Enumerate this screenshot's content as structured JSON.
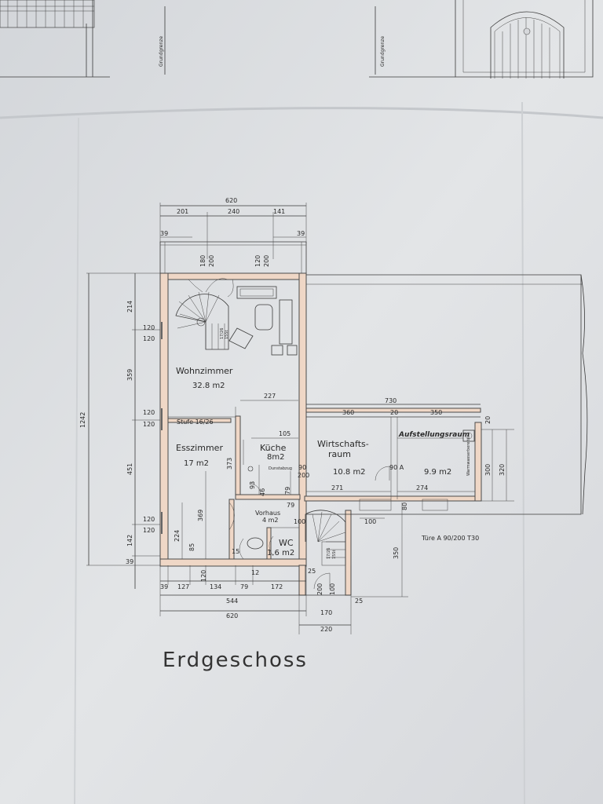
{
  "header": {
    "grundgrenze_left": "Grundgrenze",
    "grundgrenze_right": "Grundgrenze"
  },
  "plan_title": "Erdgeschoss",
  "rooms": {
    "wohnzimmer": {
      "name": "Wohnzimmer",
      "area": "32.8 m2"
    },
    "esszimmer": {
      "name": "Esszimmer",
      "area": "17 m2"
    },
    "kuche": {
      "name": "Küche",
      "area": "8m2"
    },
    "wirtschaftsraum": {
      "name": "Wirtschafts-",
      "name2": "raum",
      "area": "10.8 m2"
    },
    "aufstellungsraum": {
      "name": "Aufstellungsraum",
      "area": "9.9 m2"
    },
    "vorhaus": {
      "name": "Vorhaus",
      "area": "4 m2"
    },
    "wc": {
      "name": "WC",
      "area": "1.6 m2"
    }
  },
  "labels": {
    "stufe": "Stufe 16/26",
    "tur": "Türe A 90/200 T30",
    "door_90a": "90 A",
    "stair1": "17/26",
    "stair1b": "15St",
    "stair2": "17/26",
    "stair2b": "15St",
    "kitchen_note": "Dunstabzug",
    "boiler_note": "Warmwasserbereiter"
  },
  "dimensions": {
    "top_total": "620",
    "top_a": "201",
    "top_b": "240",
    "top_c": "141",
    "top_edge_l": "39",
    "top_edge_r": "39",
    "balcony_180": "180",
    "balcony_200": "200",
    "balcony_120": "120",
    "balcony_200b": "200",
    "left_total": "1242",
    "left_214": "214",
    "left_359": "359",
    "left_451": "451",
    "left_142": "142",
    "left_39": "39",
    "w120_1": "120",
    "w120_2": "120",
    "w120_3": "120",
    "w120_4": "120",
    "w120_5": "120",
    "w120_6": "120",
    "inner_227": "227",
    "inner_373": "373",
    "inner_105": "105",
    "inner_369": "369",
    "inner_224": "224",
    "inner_85": "85",
    "inner_93": "93",
    "inner_46": "46",
    "inner_79": "79",
    "inner_79b": "79",
    "inner_12": "12",
    "inner_15": "15",
    "door_90": "90",
    "door_200": "200",
    "door_100": "100",
    "door_100b": "100",
    "door_25": "25",
    "right_730": "730",
    "right_360": "360",
    "right_20": "20",
    "right_350": "350",
    "right_20b": "20",
    "right_271": "271",
    "right_274": "274",
    "right_300": "300",
    "right_320": "320",
    "right_80": "80",
    "right_100": "100",
    "right_350v": "350",
    "stair_100": "100",
    "bot_39": "39",
    "bot_127": "127",
    "bot_120": "120",
    "bot_134": "134",
    "bot_79": "79",
    "bot_172": "172",
    "bot_544": "544",
    "bot_620": "620",
    "bot_170": "170",
    "bot_25": "25",
    "bot_220": "220"
  },
  "colors": {
    "paper": "#dcdfe2",
    "wall_fill": "#efd7c6",
    "ink": "#2a2a2a"
  }
}
